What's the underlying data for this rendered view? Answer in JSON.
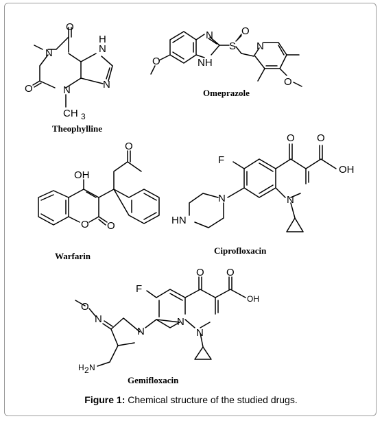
{
  "compounds": {
    "theophylline": "Theophylline",
    "omeprazole": "Omeprazole",
    "warfarin": "Warfarin",
    "ciprofloxacin": "Ciprofloxacin",
    "gemifloxacin": "Gemifloxacin"
  },
  "caption": {
    "label": "Figure 1:",
    "text": " Chemical structure of the studied drugs."
  },
  "atoms": {
    "O": "O",
    "N": "N",
    "H": "H",
    "NH": "NH",
    "S": "S",
    "F": "F",
    "OH": "OH",
    "HN": "HN",
    "CH3": "CH",
    "sub3": "3",
    "H2N": "H",
    "sub2": "2",
    "N_after": "N"
  }
}
